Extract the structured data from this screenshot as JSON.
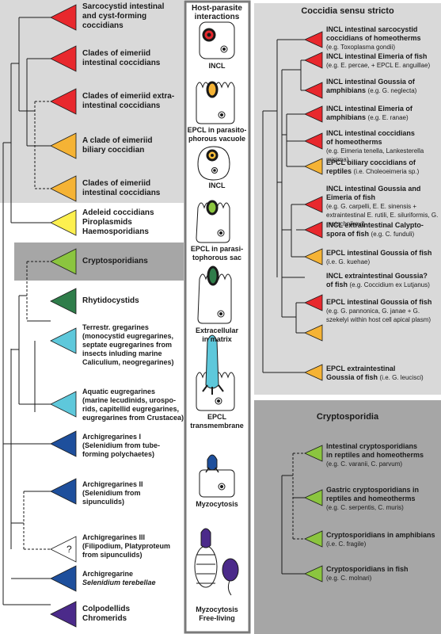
{
  "colors": {
    "red": "#e8282d",
    "orange": "#f5b335",
    "yellow": "#fdf04f",
    "light_green": "#8bc53f",
    "dark_green": "#2f7d4a",
    "cyan": "#5ec8db",
    "blue": "#1e4f9c",
    "purple": "#4b2a8a",
    "white": "#ffffff",
    "panel_gray": "#d9d9d9",
    "panel_dark": "#a6a6a6"
  },
  "left_tree": {
    "taxa": [
      {
        "id": "sarco",
        "lines": [
          "Sarcocystid intestinal",
          "and cyst-forming",
          "coccidians"
        ]
      },
      {
        "id": "eim1",
        "lines": [
          "Clades of eimeriid",
          "intestinal coccidians"
        ]
      },
      {
        "id": "eim2",
        "lines": [
          "Clades of eimeriid extra-",
          "intestinal coccidians"
        ]
      },
      {
        "id": "eim3",
        "lines": [
          "A clade of eimeriid",
          "biliary coccidian"
        ]
      },
      {
        "id": "eim4",
        "lines": [
          "Clades of eimeriid",
          "intestinal coccidians"
        ]
      },
      {
        "id": "adel",
        "lines": [
          "Adeleid coccidians",
          "Piroplasmids",
          "Haemosporidians"
        ]
      },
      {
        "id": "crypto",
        "lines": [
          "Cryptosporidians"
        ]
      },
      {
        "id": "rhyt",
        "lines": [
          "Rhytidocystids"
        ]
      },
      {
        "id": "terr",
        "lines": [
          "Terrestr. gregarines"
        ],
        "sub": [
          "(monocystid eugregarines,",
          "septate eugregarines from",
          "insects inluding marine",
          "Caliculium, neogregarines)"
        ]
      },
      {
        "id": "aqua",
        "lines": [
          "Aquatic eugregarines"
        ],
        "sub": [
          "(marine lecudinids, urospo-",
          "rids, capitellid eugregarines,",
          "eugregarines from Crustacea)"
        ]
      },
      {
        "id": "arch1",
        "lines": [
          "Archigregarines I"
        ],
        "sub": [
          "(Selenidium from tube-",
          "forming polychaetes)"
        ]
      },
      {
        "id": "arch2",
        "lines": [
          "Archigregarines II"
        ],
        "sub": [
          "(Selenidium from",
          "sipunculids)"
        ]
      },
      {
        "id": "arch3",
        "lines": [
          "Archigregarines III"
        ],
        "sub": [
          "(Filipodium, Platyproteum",
          "from sipunculids)"
        ],
        "mark": "?"
      },
      {
        "id": "arch4",
        "lines": [
          "Archigregarine",
          "Selenidium terebellae"
        ]
      },
      {
        "id": "colp",
        "lines": [
          "Colpodellids",
          "Chromerids"
        ]
      }
    ]
  },
  "middle": {
    "title_lines": [
      "Host-parasite",
      "interactions"
    ],
    "items": [
      {
        "lines": [
          "INCL"
        ]
      },
      {
        "lines": [
          "EPCL in parasito-",
          "phorous vacuole"
        ]
      },
      {
        "lines": [
          "INCL"
        ]
      },
      {
        "lines": [
          "EPCL in parasi-",
          "tophorous sac"
        ]
      },
      {
        "lines": [
          "Extracellular",
          "in matrix"
        ]
      },
      {
        "lines": [
          "EPCL",
          "transmembrane"
        ]
      },
      {
        "lines": [
          "Myzocytosis"
        ]
      },
      {
        "lines": [
          "Myzocytosis",
          "Free-living"
        ]
      }
    ]
  },
  "coccidia": {
    "title": "Coccidia sensu stricto",
    "leaves": [
      {
        "bold": "INCL intestinal sarcocystid",
        "bold2": "coccidians of homeotherms",
        "note": "(e.g. Toxoplasma gondii)"
      },
      {
        "bold": "INCL intestinal Eimeria of fish",
        "note": "(e.g. E. percae, + EPCL E. anguillae)"
      },
      {
        "bold": "INCL intestinal Goussia of",
        "bold2": "amphibians",
        "note": "(e.g. G. neglecta)"
      },
      {
        "bold": "INCL intestinal Eimeria of",
        "bold2": "amphibians",
        "note": "(e.g. E. ranae)"
      },
      {
        "bold": "INCL intestinal coccidians",
        "bold2": "of homeotherms",
        "note": "(e.g. Eimeria tenella, Lankesterella minima)"
      },
      {
        "bold": "EPCL biliary coccidians of",
        "bold2": "reptiles",
        "note": "(i.e. Choleoeimeria sp.)"
      },
      {
        "bold": "INCL intestinal Goussia and",
        "bold2": "Eimeria of fish",
        "note": "(e.g. G. carpelli, E. E. sinensis + extraintestinal E. rutili, E. siluriformis, G. metschnikovi)"
      },
      {
        "bold": "INCL extraintestinal Calypto-",
        "bold2": "spora of fish",
        "note": "(e.g. C. funduli)"
      },
      {
        "bold": "EPCL intestinal Goussia of fish",
        "note": "(i.e. G. kuehae)"
      },
      {
        "bold": "INCL extraintestinal Goussia?",
        "bold2": "of fish",
        "note": "(e.g. Coccidium ex Lutjanus)"
      },
      {
        "bold": "EPCL intestinal Goussia of fish",
        "note": "(e.g. G. pannonica, G. janae + G. szekelyi within host cell apical plasm)"
      },
      {
        "bold": "EPCL extraintestinal",
        "bold2": "Goussia of fish",
        "note": "(i.e. G. leucisci)"
      }
    ]
  },
  "cryptosporidia": {
    "title": "Cryptosporidia",
    "leaves": [
      {
        "bold": "Intestinal cryptosporidians",
        "bold2": "in reptiles and homeotherms",
        "note": "(e.g. C. varanii, C. parvum)"
      },
      {
        "bold": "Gastric cryptosporidians in",
        "bold2": "reptiles and homeotherms",
        "note": "(e.g. C. serpentis, C. muris)"
      },
      {
        "bold": "Cryptosporidians in amphibians",
        "note": "(i.e. C. fragile)"
      },
      {
        "bold": "Cryptosporidians in fish",
        "note": "(e.g. C. molnari)"
      }
    ]
  }
}
